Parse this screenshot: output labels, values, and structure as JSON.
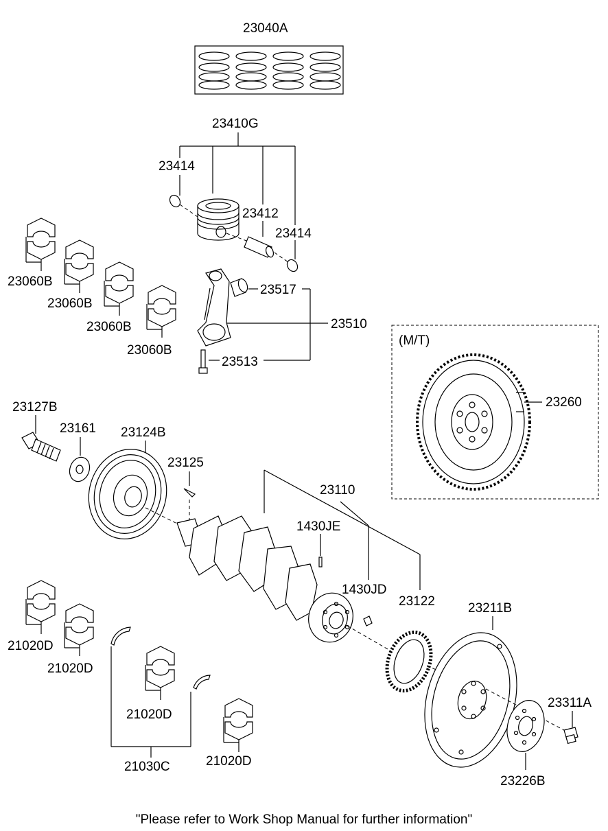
{
  "labels": {
    "l23040A": "23040A",
    "l23410G": "23410G",
    "l23414a": "23414",
    "l23412": "23412",
    "l23414b": "23414",
    "l23060B_1": "23060B",
    "l23060B_2": "23060B",
    "l23060B_3": "23060B",
    "l23060B_4": "23060B",
    "l23517": "23517",
    "l23510": "23510",
    "l23513": "23513",
    "lMT": "(M/T)",
    "l23260": "23260",
    "l23127B": "23127B",
    "l23161": "23161",
    "l23124B": "23124B",
    "l23125": "23125",
    "l23110": "23110",
    "l1430JE": "1430JE",
    "l1430JD": "1430JD",
    "l23122": "23122",
    "l23211B": "23211B",
    "l23311A": "23311A",
    "l23226B": "23226B",
    "l21020D_1": "21020D",
    "l21020D_2": "21020D",
    "l21020D_3": "21020D",
    "l21020D_4": "21020D",
    "l21030C": "21030C"
  },
  "footer_note": "\"Please refer to Work Shop Manual for further information\""
}
